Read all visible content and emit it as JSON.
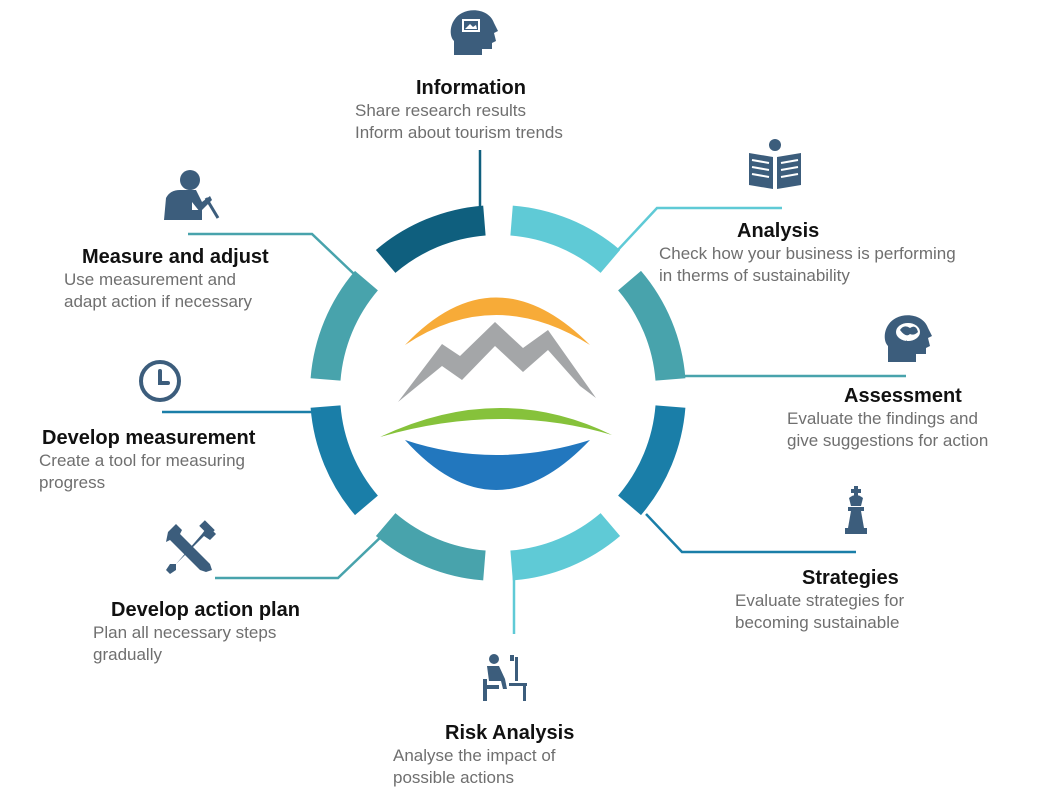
{
  "colors": {
    "dark_blue": "#0f5f7e",
    "mid_blue": "#1a7ea8",
    "teal": "#48a3ac",
    "light_teal": "#5fcad6",
    "icon": "#3c5d7c",
    "logo_orange": "#f7ab38",
    "logo_gray": "#a4a6a8",
    "logo_green": "#86c23b",
    "logo_blue": "#2277be"
  },
  "steps": [
    {
      "title": "Information",
      "desc_lines": [
        "Share research results",
        "Inform about tourism trends"
      ],
      "icon": "head-image-icon"
    },
    {
      "title": "Analysis",
      "desc_lines": [
        "Check how your business is performing",
        "in therms of sustainability"
      ],
      "icon": "newspaper-reader-icon"
    },
    {
      "title": "Assessment",
      "desc_lines": [
        "Evaluate the findings and",
        "give suggestions for action"
      ],
      "icon": "brain-head-icon"
    },
    {
      "title": "Strategies",
      "desc_lines": [
        "Evaluate strategies for",
        "becoming sustainable"
      ],
      "icon": "chess-king-icon"
    },
    {
      "title": "Risk Analysis",
      "desc_lines": [
        "Analyse the impact of",
        "possible actions"
      ],
      "icon": "person-at-desk-icon"
    },
    {
      "title": "Develop action plan",
      "desc_lines": [
        "Plan all necessary steps",
        "gradually"
      ],
      "icon": "tools-icon"
    },
    {
      "title": "Develop measurement",
      "desc_lines": [
        "Create a tool for measuring",
        "progress"
      ],
      "icon": "clock-icon"
    },
    {
      "title": "Measure and adjust",
      "desc_lines": [
        "Use measurement and",
        "adapt action if necessary"
      ],
      "icon": "person-writing-icon"
    }
  ]
}
